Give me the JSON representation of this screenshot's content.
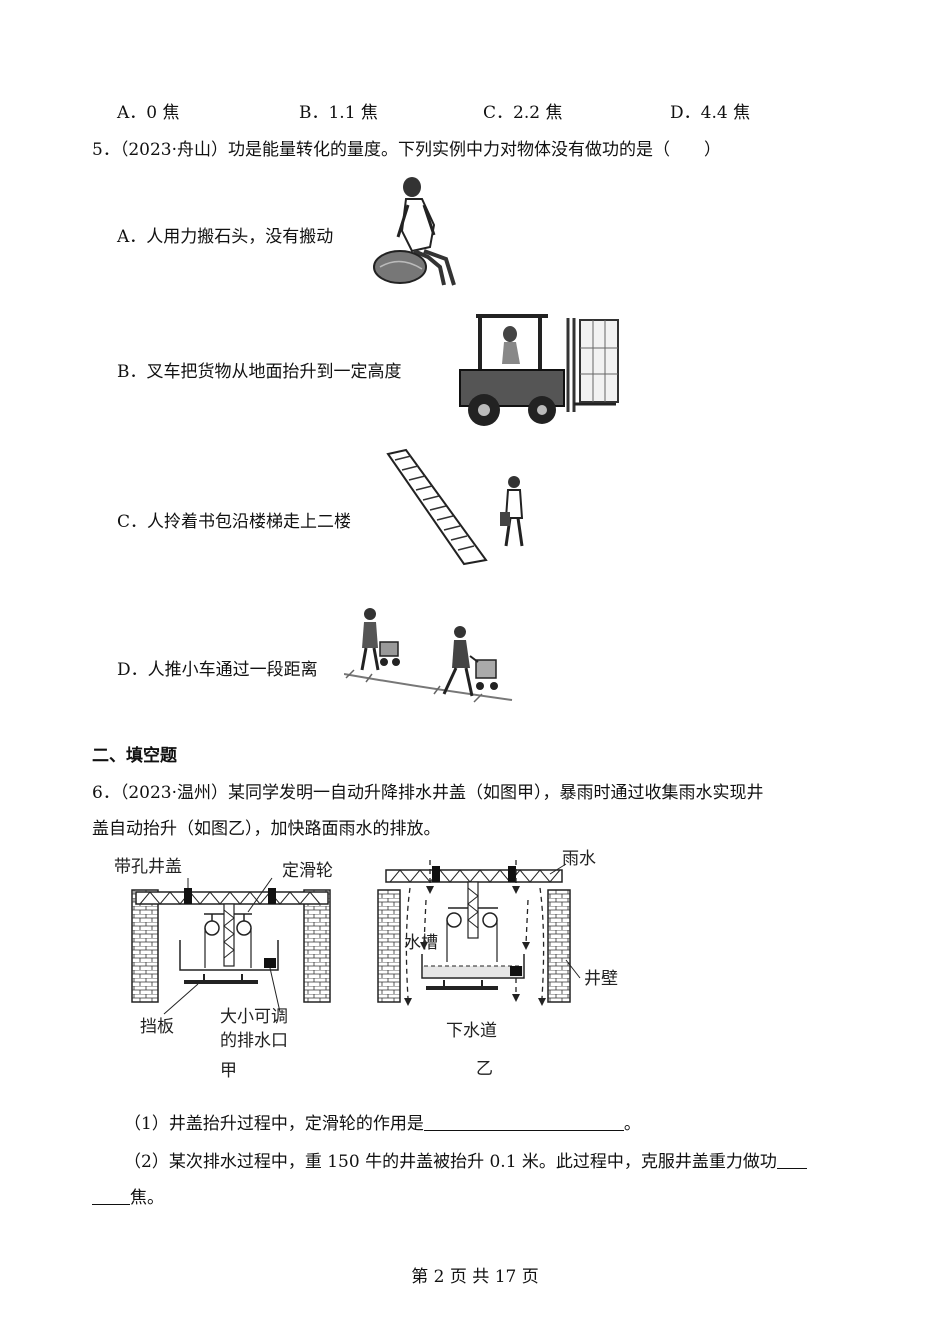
{
  "q4_options": [
    "A．0 焦",
    "B．1.1 焦",
    "C．2.2 焦",
    "D．4.4 焦"
  ],
  "q5": {
    "stem": "5．（2023·舟山）功是能量转化的量度。下列实例中力对物体没有做功的是（　　）",
    "options": [
      {
        "label": "A．人用力搬石头，没有搬动",
        "icon": "person-lifting-stone-image"
      },
      {
        "label": "B．叉车把货物从地面抬升到一定高度",
        "icon": "forklift-image"
      },
      {
        "label": "C．人拎着书包沿楼梯走上二楼",
        "icon": "stairs-person-image"
      },
      {
        "label": "D．人推小车通过一段距离",
        "icon": "person-pushing-cart-image"
      }
    ]
  },
  "section2": {
    "title": "二、填空题"
  },
  "q6": {
    "stem_line1": "6．（2023·温州）某同学发明一自动升降排水井盖（如图甲），暴雨时通过收集雨水实现井",
    "stem_line2": "盖自动抬升（如图乙），加快路面雨水的排放。",
    "figure": {
      "jia": {
        "cover": "带孔井盖",
        "pulley": "定滑轮",
        "baffle": "挡板",
        "outlet_1": "大小可调",
        "outlet_2": "的排水口",
        "caption": "甲"
      },
      "yi": {
        "rain": "雨水",
        "tank": "水槽",
        "wall": "井壁",
        "sewer": "下水道",
        "caption": "乙"
      }
    },
    "sub1_text": "（1）井盖抬升过程中，定滑轮的作用是",
    "sub1_end": "。",
    "sub2_line1": "（2）某次排水过程中，重 150 牛的井盖被抬升 0.1 米。此过程中，克服井盖重力做功",
    "sub2_line2_end": "焦。"
  },
  "footer": "第 2 页 共 17 页"
}
